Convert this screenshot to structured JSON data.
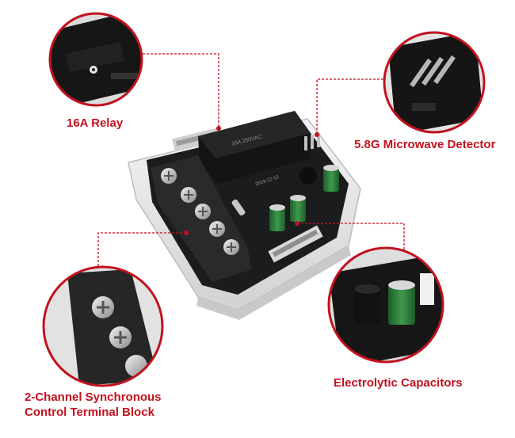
{
  "callouts": {
    "relay": {
      "label": "16A Relay"
    },
    "detector": {
      "label": "5.8G Microwave Detector"
    },
    "capacitors": {
      "label": "Electrolytic Capacitors"
    },
    "terminal": {
      "line1": "2-Channel Synchronous",
      "line2": "Control Terminal Block"
    }
  },
  "board_markings": {
    "relay_print": "16A 250VAC",
    "pcb_print": "2019-12-15"
  },
  "colors": {
    "accent": "#c1121f",
    "pcb": "#1b1c1e",
    "housing": "#e6e6e6",
    "terminal": "#2a2a2a",
    "capacitor": "#2f7a3a"
  }
}
